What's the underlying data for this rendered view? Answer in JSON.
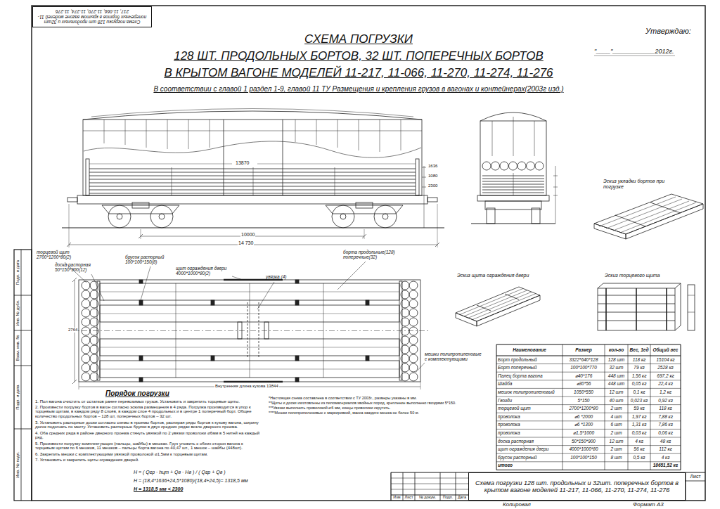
{
  "diagram": {
    "title": "СХЕМА ПОГРУЗКИ",
    "nodes": [
      {
        "text": [
          "Схема погрузки 128 шт продольных и 32шт поперечных бортов в крытом вагоне моделей 11-217, 11-066, 11-270, 11-274, 11-276"
        ]
      },
      {
        "text": [
          "Схема погрузки 128 шт. продольных и 32шт. поперечных бортов в крытом вагоне моделей 11-217, 11-066, 11-270, 11-274, 11-276"
        ]
      }
    ],
    "labels": [
      "128 ШТ. ПРОДОЛЬНЫХ БОРТОВ, 32 ШТ. ПОПЕРЕЧНЫХ БОРТОВ",
      "В КРЫТОМ ВАГОНЕ МОДЕЛЕЙ 11-217, 11-066, 11-270, 11-274, 11-276",
      "В соответствии с главой 1 раздел 1-9, главой 11 ТУ Размещения и крепления грузов в вагонах и контейнерах(2003г изд.)",
      "Утверждаю:",
      "\"____\"____________2012г.",
      "14 730",
      "10000",
      "13870",
      "1636",
      "1080",
      "2300",
      "Эскиз укладки бортов при погрузке",
      "торцевой щит 2700*1200*80(2)",
      "доска распорная 50*150*900(12)",
      "брусок распорный 100*100*150(8)",
      "щит ограждения двери 4000*1000*80(2)",
      "увязка (4)",
      "борта продольные(128) поперечные(32)",
      "мешки полипропиленовые с комплектующими",
      "Эскиз щита ограждения двери",
      "Эскиз торцевого щита",
      "2764",
      "Внутренняя длина кузова 13844",
      "Порядок погрузки",
      "1. Пол вагона очистить от остатков ранее перевозимых грузов. Установить и закрепить торцевые щиты.",
      "2. Произвести погрузку бортов в вагон согласно эскиза размещения в 4 ряда. Погрузка производится в упор к торцевым щитам, в каждом ряду 8 слоёв, в каждом слое 4 продольных и в центре 1 поперечный борт. Общее количество продольных бортов – 128 шт, поперечных бортов – 32 шт.",
      "3. Установить распорные доски согласно схемы в проемы бортов, распирая ряды бортов к кузову вагона, ширину досок подогнать по месту. Установить распорные бруски в двух средних рядах возле дверного проема.",
      "4. Оба средних ряда в районе дверного проема стянуть увязкой по 2 увязки проволоки ⌀6мм в 5 нитей на каждый ряд.",
      "5. Произвести погрузку комплектующих (пальцы, шайбы) в мешках. Груз уложить с обеих сторон вагона к торцевым щитам по 6 мешков, 11 мешков – пальцы борта вагона по 40,47 шт., 1 мешок – шайбы (448шт).",
      "6. Закрепить мешки с комплектующими увязкой проволокой ⌀1,5мм к торцевым щитам.",
      "7. Установить и закрепить щиты ограждения дверей.",
      "Н = ( Qгр · hцт + Qв · Hв ) / ( Qгр + Qв )",
      "Н = (18,4*1636+24,5*1080)/(18,4+24,5)= 1318,5 мм",
      "Н = 1318,5 мм < 2300",
      "*Настоящая схема составлена в соответствии с ТУ 2003г., размеры указаны в мм.",
      "**Щиты и доски изготовлены из пиломатериалов хвойных пород, крепление выполнено гвоздями 5*150.",
      "***Увязки выполнить проволокой ⌀6 мм, концы проволоки скрутить.",
      "****Мешки полипропиленовые с маркировкой, масса каждого мешка не более 50 кг.",
      "Наименование",
      "Размер",
      "кол-во",
      "Вес, 1ед",
      "Общий вес",
      "Борт продольный",
      "3322*640*128",
      "128 шт",
      "118 кг",
      "15104 кг",
      "Борт поперечный",
      "100*100*770",
      "32 шт",
      "79 кг",
      "2528 кг",
      "Палец борта вагона",
      "⌀40*176",
      "448 шт",
      "1,56 кг",
      "697,2 кг",
      "Шайба",
      "⌀30*56",
      "448 шт",
      "0,05 кг",
      "22,4 кг",
      "мешок полипропиленовый",
      "1050*550",
      "12 шт",
      "0,1 кг",
      "1,2 кг",
      "Гвозди",
      "5*150",
      "40 шт",
      "0,023 кг",
      "0,92 кг",
      "торцевой щит",
      "2700*1200*80",
      "2 шт",
      "59 кг",
      "118 кг",
      "проволока",
      "⌀6 *2000",
      "4 шт",
      "1,97 кг",
      "7,88 кг",
      "проволока",
      "⌀6 *1300",
      "6 шт",
      "1,31 кг",
      "7,86 кг",
      "проволока",
      "⌀1,5*1000",
      "2 шт",
      "0,03 кг",
      "0,06 кг",
      "доска распорная",
      "50*150*900",
      "12 шт",
      "4 кг",
      "48 кг",
      "щит ограждения двери",
      "4000*1000*80",
      "2 шт",
      "56 кг",
      "112 кг",
      "брусок распорный",
      "100*100*150",
      "8 шт",
      "0,5 кг",
      "4 кг",
      "итого",
      "18651,52 кг",
      "Изм",
      "Лист",
      "№ докум.",
      "Подп.",
      "Дата",
      "Лист",
      "Копировал",
      "Формат А3",
      "Инв. № подл.",
      "Подп. и дата",
      "Взам. инв. №",
      "Инв. № дубл.",
      "Подп. и дата"
    ]
  }
}
